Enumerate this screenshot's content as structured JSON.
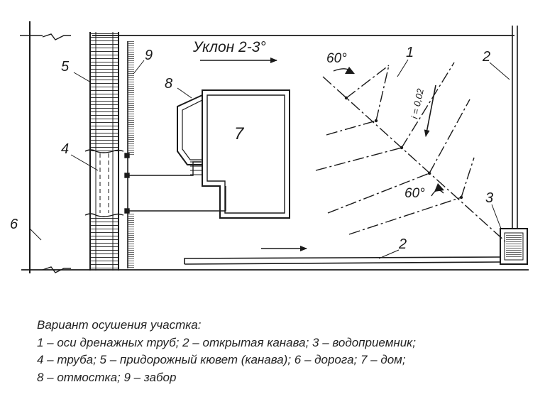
{
  "diagram": {
    "slope_label": "Уклон 2-3°",
    "gradient_label": "i = 0,02",
    "angle_top": "60°",
    "angle_bottom": "60°",
    "house_label": "7",
    "callouts": {
      "drain_axes": "1",
      "ditch_right": "2",
      "ditch_bottom": "2",
      "receiver": "3",
      "pipe": "4",
      "roadside_ditch": "5",
      "road": "6",
      "blind_area": "8",
      "fence": "9"
    }
  },
  "caption": {
    "title": "Вариант осушения участка:",
    "lines": [
      "1 – оси дренажных труб; 2 – открытая канава; 3 – водоприемник;",
      "4 – труба; 5 – придорожный кювет (канава); 6 – дорога; 7 – дом;",
      "8 – отмостка; 9 – забор"
    ]
  }
}
